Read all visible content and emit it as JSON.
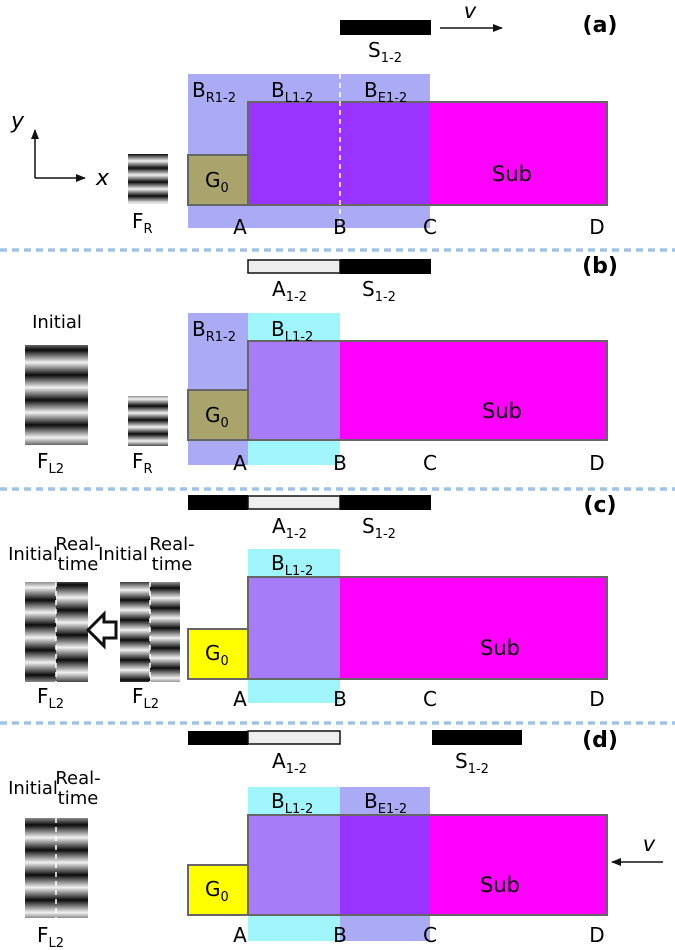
{
  "panel_a": {
    "label": "(a)",
    "slit": "S",
    "slit_sub": "1-2",
    "velocity": "v",
    "beam_reflect": "B",
    "beam_reflect_sub": "R1-2",
    "beam_lock": "B",
    "beam_lock_sub": "L1-2",
    "beam_expose": "B",
    "beam_expose_sub": "E1-2",
    "axis_y": "y",
    "axis_x": "x",
    "grating": "G",
    "grating_sub": "0",
    "substrate": "Sub",
    "fringe": "F",
    "fringe_sub": "R",
    "points": [
      "A",
      "B",
      "C",
      "D"
    ]
  },
  "panel_b": {
    "label": "(b)",
    "aperture": "A",
    "aperture_sub": "1-2",
    "slit": "S",
    "slit_sub": "1-2",
    "initial": "Initial",
    "beam_reflect": "B",
    "beam_reflect_sub": "R1-2",
    "beam_lock": "B",
    "beam_lock_sub": "L1-2",
    "grating": "G",
    "grating_sub": "0",
    "substrate": "Sub",
    "fringe_lock": "F",
    "fringe_lock_sub": "L2",
    "fringe_reflect": "F",
    "fringe_reflect_sub": "R",
    "points": [
      "A",
      "B",
      "C",
      "D"
    ]
  },
  "panel_c": {
    "label": "(c)",
    "aperture": "A",
    "aperture_sub": "1-2",
    "slit": "S",
    "slit_sub": "1-2",
    "initial": "Initial",
    "realtime_1": "Real-",
    "realtime_2": "time",
    "beam_lock": "B",
    "beam_lock_sub": "L1-2",
    "grating": "G",
    "grating_sub": "0",
    "substrate": "Sub",
    "fringe": "F",
    "fringe_sub": "L2",
    "points": [
      "A",
      "B",
      "C",
      "D"
    ]
  },
  "panel_d": {
    "label": "(d)",
    "aperture": "A",
    "aperture_sub": "1-2",
    "slit": "S",
    "slit_sub": "1-2",
    "initial": "Initial",
    "realtime_1": "Real-",
    "realtime_2": "time",
    "beam_lock": "B",
    "beam_lock_sub": "L1-2",
    "beam_expose": "B",
    "beam_expose_sub": "E1-2",
    "velocity": "v",
    "grating": "G",
    "grating_sub": "0",
    "substrate": "Sub",
    "fringe": "F",
    "fringe_sub": "L2",
    "points": [
      "A",
      "B",
      "C",
      "D"
    ]
  },
  "colors": {
    "substrate": "#ff00ff",
    "exposure_purple": "#9933ff",
    "light_purple": "#a77cf8",
    "beam_lavender": "#aaaaf5",
    "beam_cyan": "#9ff5f9",
    "grating_olive": "#a9a36c",
    "grating_yellow": "#ffff00",
    "separator": "#9ec3e6"
  }
}
